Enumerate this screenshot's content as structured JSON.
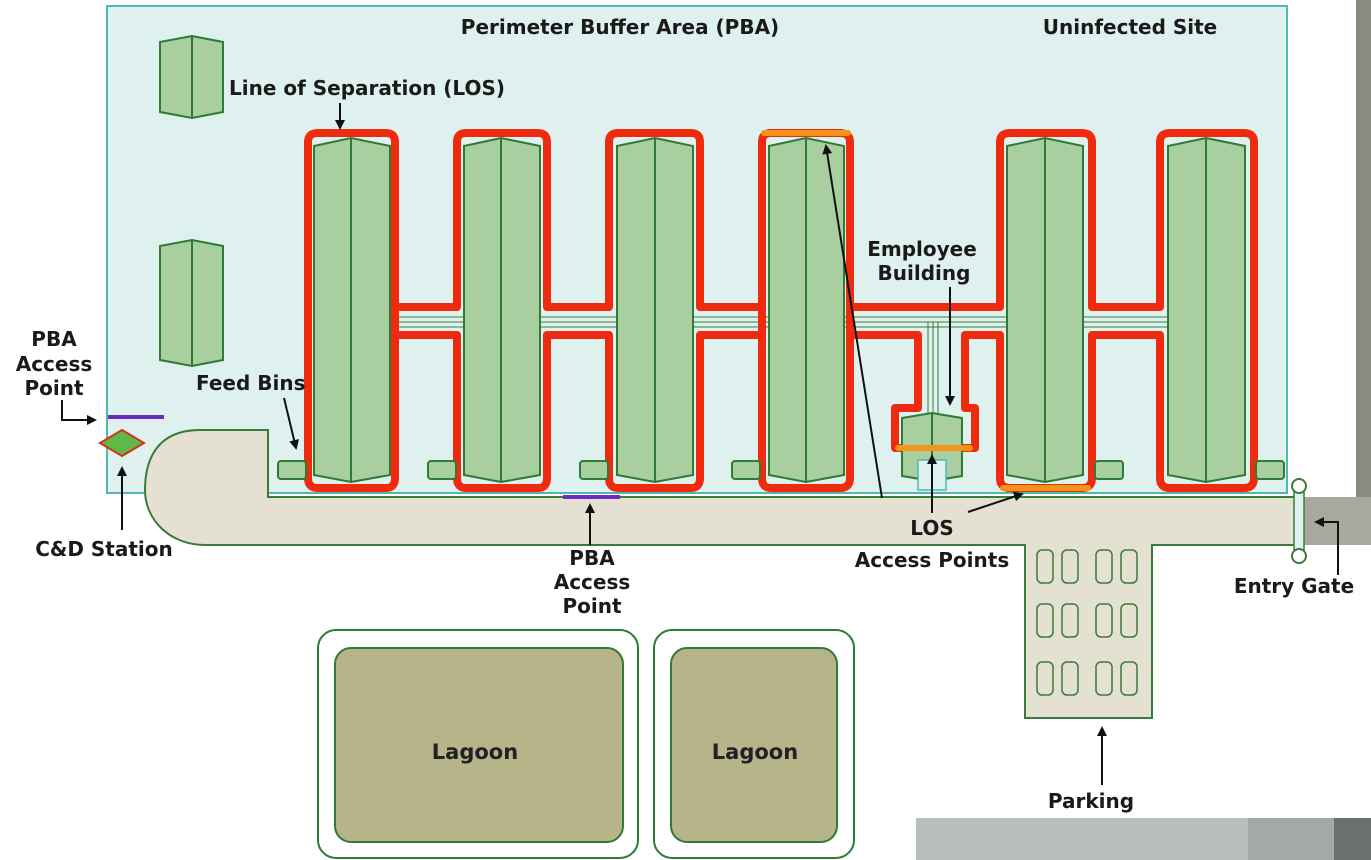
{
  "labels": {
    "pba_title": "Perimeter Buffer Area (PBA)",
    "uninfected_site": "Uninfected Site",
    "line_of_separation": "Line of Separation (LOS)",
    "employee_building_1": "Employee",
    "employee_building_2": "Building",
    "pba_access_left_1": "PBA",
    "pba_access_left_2": "Access",
    "pba_access_left_3": "Point",
    "feed_bins": "Feed Bins",
    "cd_station": "C&D Station",
    "pba_access_bottom_1": "PBA",
    "pba_access_bottom_2": "Access",
    "pba_access_bottom_3": "Point",
    "los_access_1": "LOS",
    "los_access_2": "Access Points",
    "entry_gate": "Entry Gate",
    "parking": "Parking",
    "lagoon_left": "Lagoon",
    "lagoon_right": "Lagoon"
  },
  "colors": {
    "pba_fill": "#dff1ef",
    "pba_border": "#4fb8b4",
    "building_fill": "#a9cfa0",
    "building_stroke": "#2f7a34",
    "los_red": "#ee2a0f",
    "los_access_orange": "#f29418",
    "pba_access_purple": "#6a2cc0",
    "road_fill": "#e4e0d2",
    "road_stroke": "#3a7a3a",
    "lagoon_fill": "#b8b48a",
    "cd_station_fill": "#5fb84a"
  }
}
